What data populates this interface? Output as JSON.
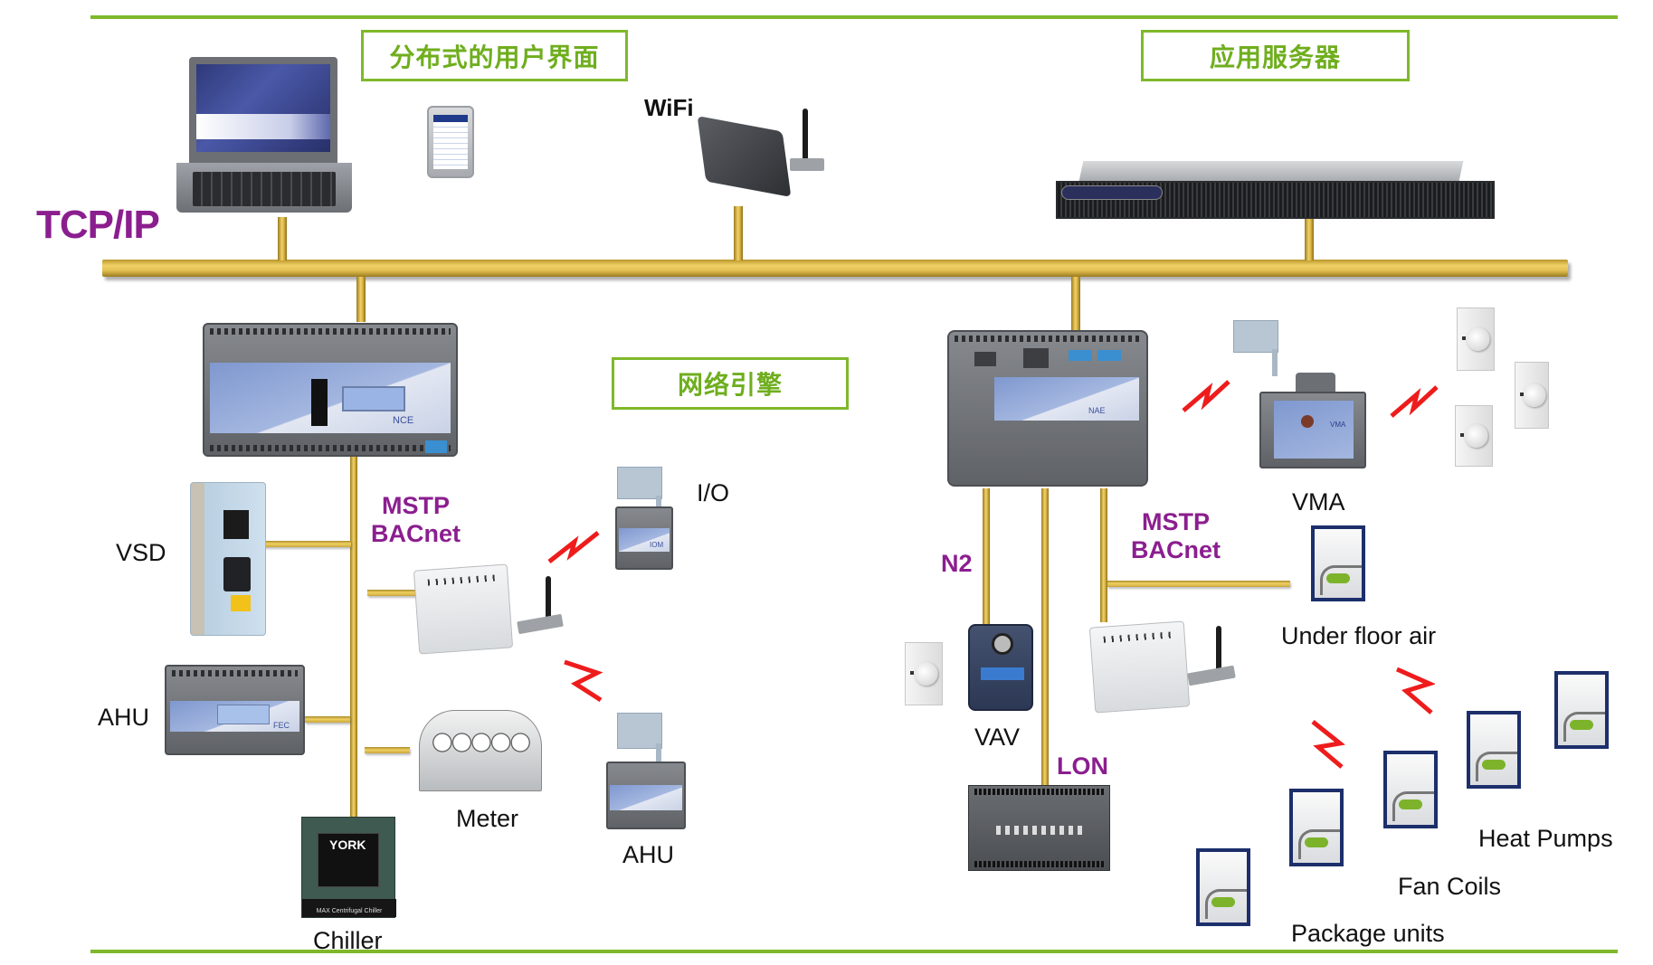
{
  "diagram": {
    "title_boxes": {
      "distributed_ui": "分布式的用户界面",
      "application_server": "应用服务器",
      "network_engine": "网络引擎"
    },
    "protocols": {
      "tcpip": "TCP/IP",
      "mstp_left_line1": "MSTP",
      "mstp_left_line2": "BACnet",
      "mstp_right_line1": "MSTP",
      "mstp_right_line2": "BACnet",
      "n2": "N2",
      "lon": "LON",
      "wifi": "WiFi"
    },
    "device_labels": {
      "vsd": "VSD",
      "ahu_left": "AHU",
      "chiller": "Chiller",
      "meter": "Meter",
      "io": "I/O",
      "ahu_wireless": "AHU",
      "vma": "VMA",
      "vav": "VAV",
      "under_floor_air": "Under floor air",
      "heat_pumps": "Heat Pumps",
      "fan_coils": "Fan Coils",
      "package_units": "Package units"
    },
    "device_text": {
      "nce": "NCE",
      "nae": "NAE",
      "fec": "FEC",
      "york": "YORK",
      "chiller_caption": "MAX Centrifugal Chiller",
      "iom": "IOM",
      "vma_badge": "VMA"
    },
    "colors": {
      "accent_green": "#7fb82a",
      "protocol_purple": "#8b1e8f",
      "bus_gold": "#e2bf50",
      "wireless_red": "#ee1c1c"
    }
  }
}
